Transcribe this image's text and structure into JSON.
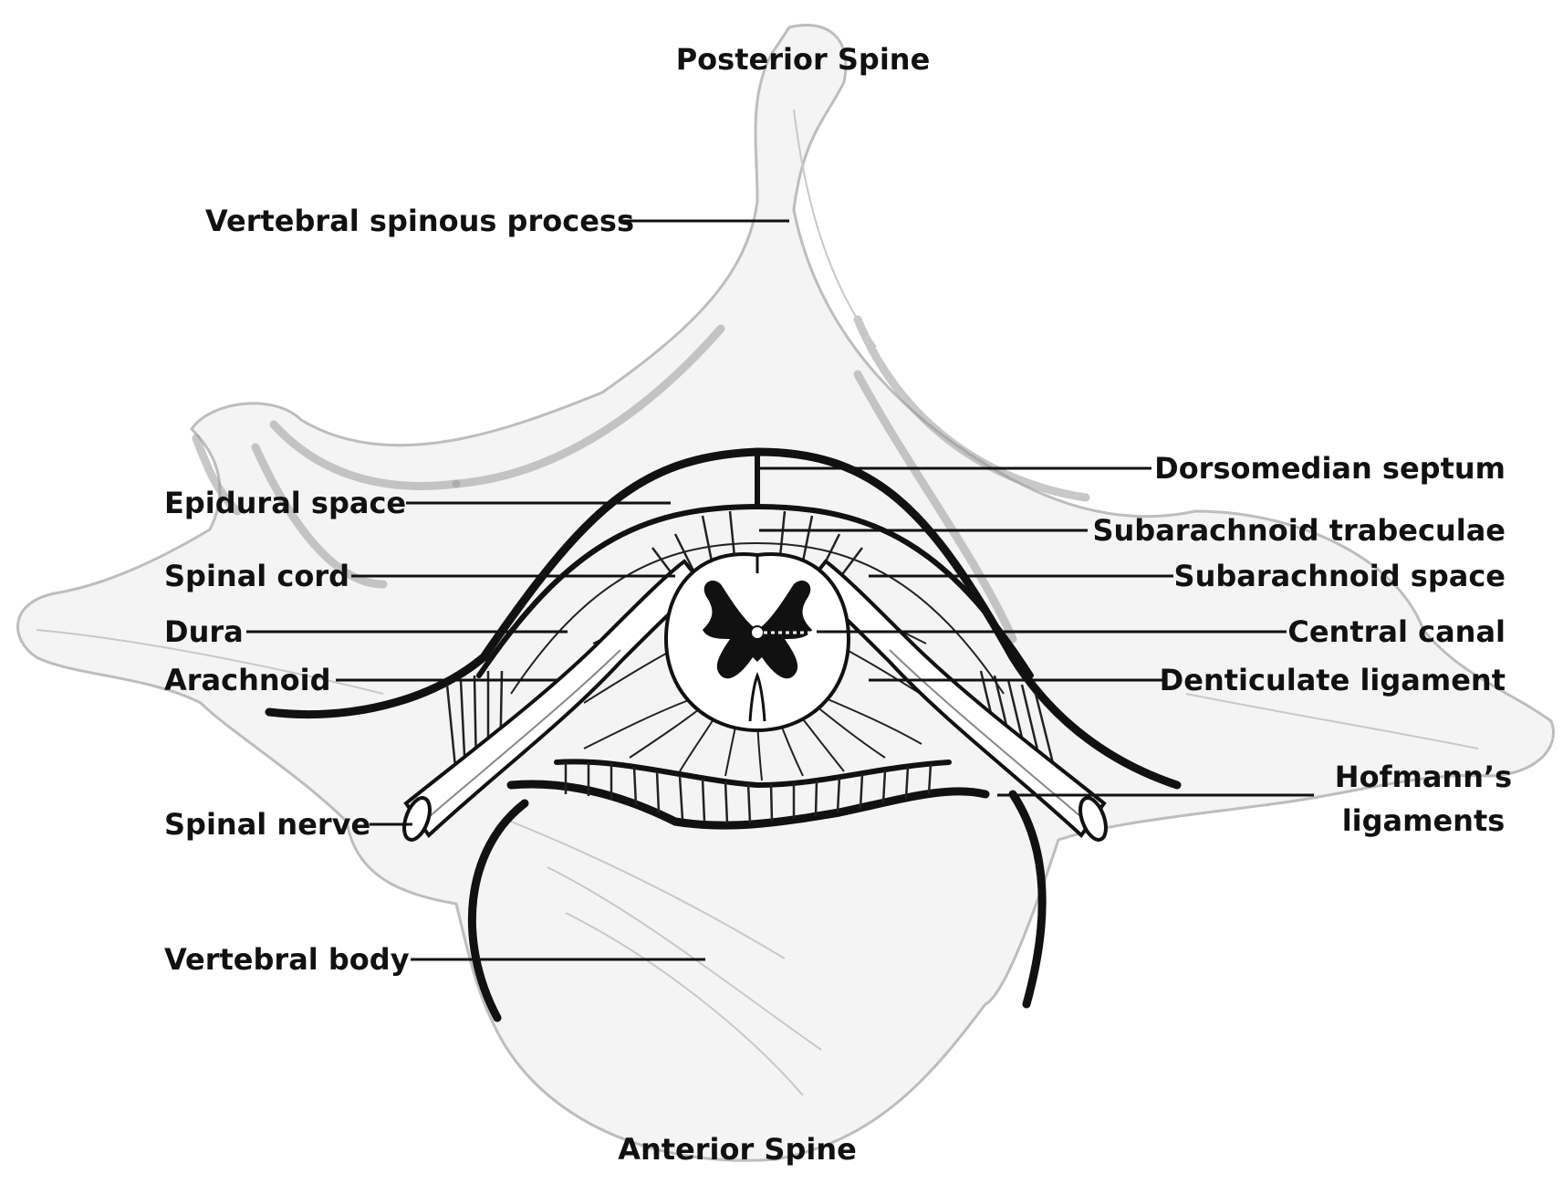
{
  "labels": {
    "posterior_spine": "Posterior Spine",
    "anterior_spine": "Anterior Spine",
    "vertebral_spinous_process": "Vertebral spinous process",
    "epidural_space": "Epidural space",
    "spinal_cord": "Spinal cord",
    "dura": "Dura",
    "arachnoid": "Arachnoid",
    "spinal_nerve": "Spinal nerve",
    "vertebral_body": "Vertebral body",
    "dorsomedian_septum": "Dorsomedian septum",
    "subarachnoid_trabeculae": "Subarachnoid trabeculae",
    "subarachnoid_space": "Subarachnoid space",
    "central_canal": "Central canal",
    "denticulate_ligament": "Denticulate ligament",
    "hofmanns_ligaments_line1": "Hofmann’s",
    "hofmanns_ligaments_line2": "ligaments"
  },
  "colors": {
    "ink": "#111111",
    "bone_fill": "#f4f4f4",
    "bone_outline": "#bdbdbd",
    "background": "#ffffff"
  }
}
